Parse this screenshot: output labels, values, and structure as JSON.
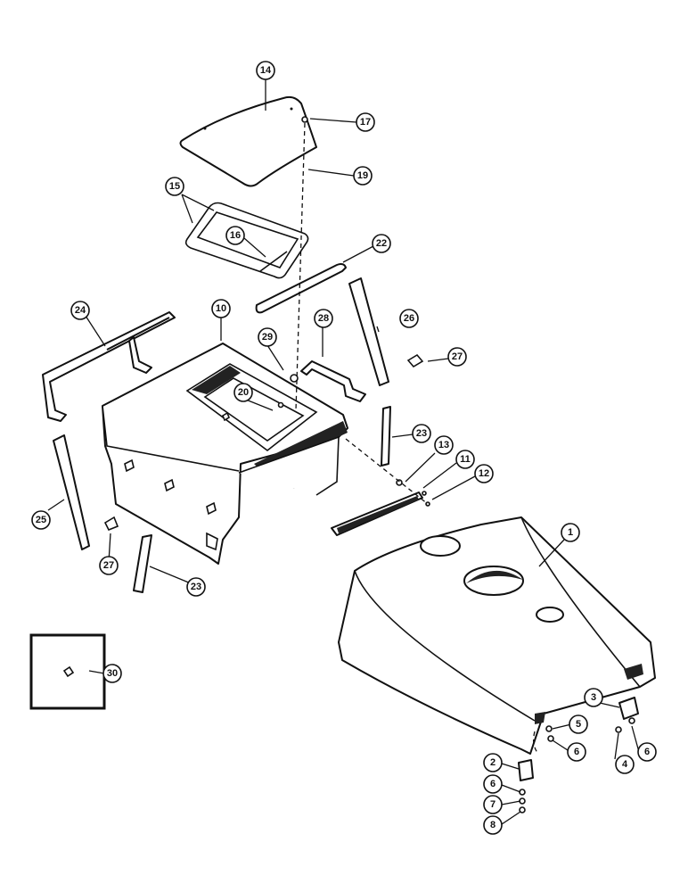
{
  "diagram": {
    "type": "exploded-parts-view",
    "callouts": [
      "1",
      "2",
      "3",
      "4",
      "5",
      "6",
      "7",
      "8",
      "10",
      "11",
      "12",
      "13",
      "14",
      "15",
      "16",
      "17",
      "19",
      "20",
      "22",
      "23",
      "24",
      "25",
      "26",
      "27",
      "28",
      "29",
      "30"
    ]
  }
}
